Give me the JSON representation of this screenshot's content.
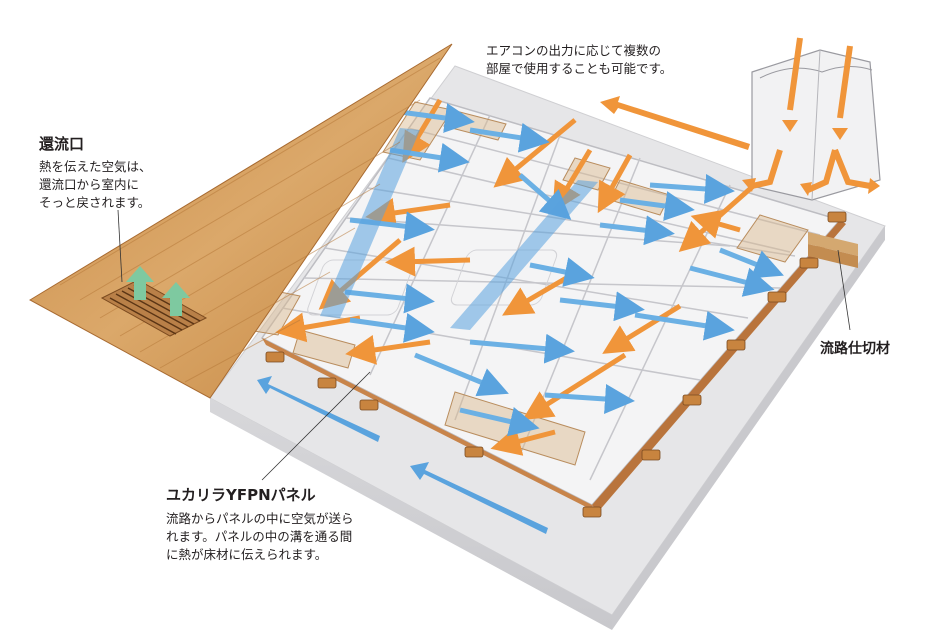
{
  "colors": {
    "supply_arrow": "#f0953a",
    "return_arrow": "#5aa3de",
    "return_vent_arrow": "#7ec9a0",
    "panel_fill": "#f3f3f4",
    "panel_edge": "#c9c9cc",
    "wood": "#d9a866",
    "slab": "#e2e2e4"
  },
  "labels": {
    "top_note_line1": "エアコンの出力に応じて複数の",
    "top_note_line2": "部屋で使用することも可能です。",
    "return_vent_title": "還流口",
    "return_vent_line1": "熱を伝えた空気は、",
    "return_vent_line2": "還流口から室内に",
    "return_vent_line3": "そっと戻されます。",
    "partition_title": "流路仕切材",
    "panel_title": "ユカリラYFPNパネル",
    "panel_line1": "流路からパネルの中に空気が送ら",
    "panel_line2": "れます。パネルの中の溝を通る間",
    "panel_line3": "に熱が床材に伝えられます。"
  }
}
